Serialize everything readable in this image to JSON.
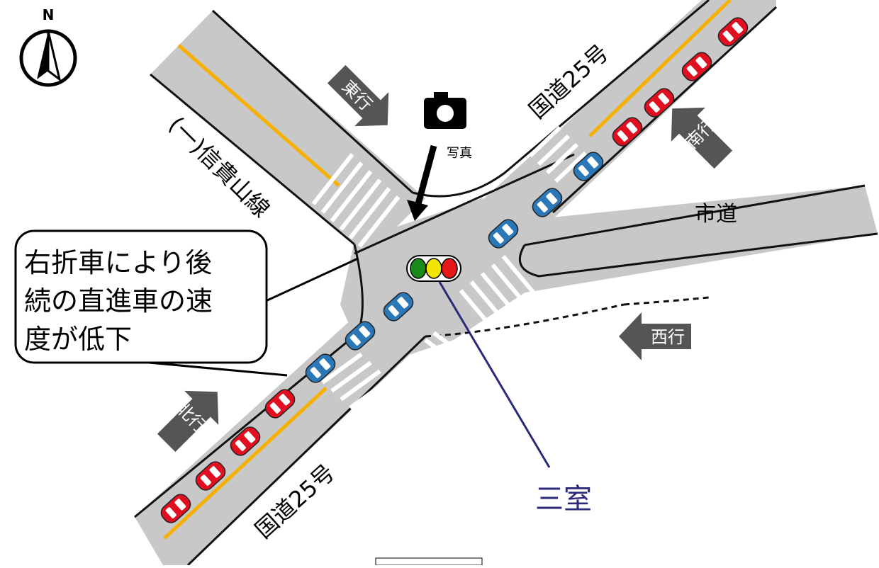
{
  "compass": {
    "label": "N"
  },
  "camera": {
    "label": "写真"
  },
  "roads": {
    "route25_upper": "国道25号",
    "route25_lower": "国道25号",
    "prefectural": "(一)信貴山線",
    "city": "市道"
  },
  "directions": {
    "east": "東行",
    "south": "南行",
    "west": "西行",
    "north": "北行"
  },
  "callout": {
    "lines": [
      "右折車により後",
      "続の直進車の速",
      "度が低下"
    ]
  },
  "signal": {
    "colors": [
      "#1a8a1a",
      "#f2e600",
      "#e81818"
    ]
  },
  "place_name": "三室",
  "colors": {
    "road": "#c8c8c8",
    "centerline": "#f5b000",
    "queued_car": "#e01020",
    "moving_car": "#2a78b8",
    "arrow": "#555555"
  }
}
